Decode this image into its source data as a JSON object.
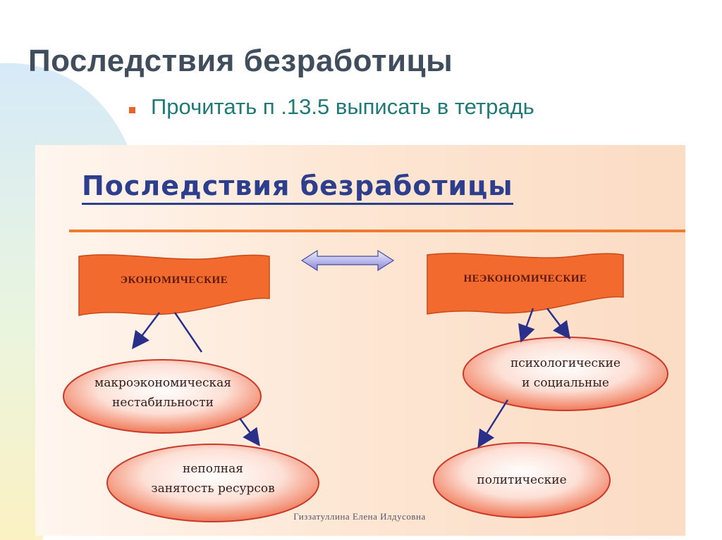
{
  "slide": {
    "title": "Последствия безработицы",
    "bullet": "Прочитать  п .13.5 выписать в тетрадь"
  },
  "diagram": {
    "title": "Последствия  безработицы",
    "categories": [
      {
        "id": "economic",
        "label": "ЭКОНОМИЧЕСКИЕ"
      },
      {
        "id": "noneconomic",
        "label": "НЕЭКОНОМИЧЕСКИЕ"
      }
    ],
    "consequences": {
      "macro_line1": "макроэкономическая",
      "macro_line2": "нестабильности",
      "underemployment_line1": "неполная",
      "underemployment_line2": "занятость ресурсов",
      "psych_line1": "психологические",
      "psych_line2": "и социальные",
      "political": "политические"
    },
    "author": "Гиззатуллина Елена Илдусовна"
  },
  "colors": {
    "title": "#3f4d5c",
    "bullet_text": "#1f7a78",
    "bullet_mark": "#e8652a",
    "flag_fill": "#f26a2e",
    "diagram_title": "#2c3e8c",
    "arrow": "#2a2f8a"
  }
}
